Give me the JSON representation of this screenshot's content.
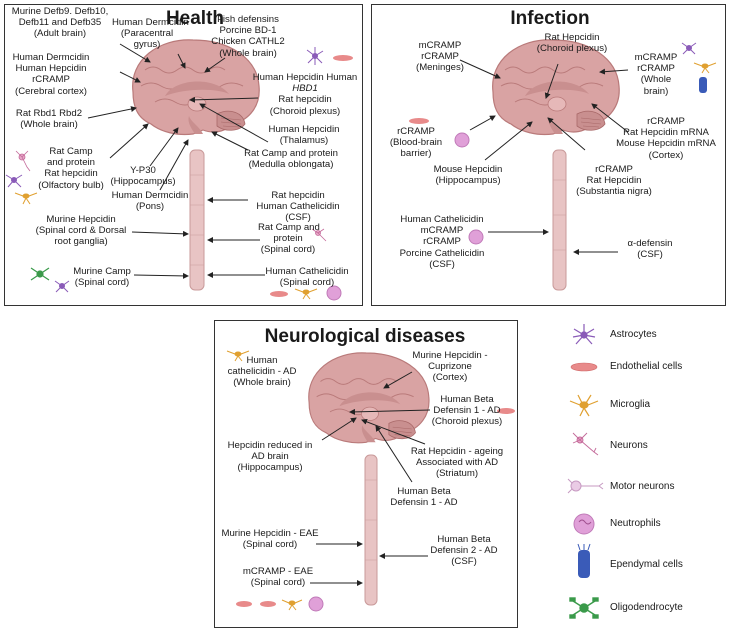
{
  "panels": {
    "health": {
      "title": "Health",
      "labels": [
        {
          "lines": [
            "Murine Defb9. Defb10,",
            "Defb11 and Defb35",
            "(Adult brain)"
          ]
        },
        {
          "lines": [
            "Human Dermcidin",
            "(Paracentral",
            "gyrus)"
          ]
        },
        {
          "lines": [
            "Fish defensins",
            "Porcine BD-1",
            "Chicken CATHL2",
            "(Whole brain)"
          ]
        },
        {
          "lines": [
            "Human Dermcidin",
            "Human Hepcidin",
            "rCRAMP",
            "(Cerebral cortex)"
          ]
        },
        {
          "lines": [
            "Human Hepcidin Human",
            "HBD1",
            "Rat hepcidin",
            "(Choroid plexus)"
          ]
        },
        {
          "lines": [
            "Rat Rbd1 Rbd2",
            "(Whole brain)"
          ]
        },
        {
          "lines": [
            "Human Hepcidin",
            "(Thalamus)"
          ]
        },
        {
          "lines": [
            "Rat Camp",
            "and protein",
            "Rat hepcidin",
            "(Olfactory bulb)"
          ]
        },
        {
          "lines": [
            "Y-P30",
            "(Hippocampus)"
          ]
        },
        {
          "lines": [
            "Rat Camp and protein",
            "(Medulla oblongata)"
          ]
        },
        {
          "lines": [
            "Human Dermcidin",
            "(Pons)"
          ]
        },
        {
          "lines": [
            "Rat hepcidin",
            "Human Cathelicidin",
            "(CSF)"
          ]
        },
        {
          "lines": [
            "Murine Hepcidin",
            "(Spinal cord & Dorsal",
            "root ganglia)"
          ]
        },
        {
          "lines": [
            "Rat Camp and",
            "protein",
            "(Spinal cord)"
          ]
        },
        {
          "lines": [
            "Murine Camp",
            "(Spinal cord)"
          ]
        },
        {
          "lines": [
            "Human Cathelicidin",
            "(Spinal cord)"
          ]
        }
      ]
    },
    "infection": {
      "title": "Infection",
      "labels": [
        {
          "lines": [
            "mCRAMP",
            "rCRAMP",
            "(Meninges)"
          ]
        },
        {
          "lines": [
            "Rat Hepcidin",
            "(Choroid plexus)"
          ]
        },
        {
          "lines": [
            "mCRAMP",
            "rCRAMP",
            "(Whole",
            "brain)"
          ]
        },
        {
          "lines": [
            "rCRAMP",
            "Rat Hepcidin mRNA",
            "Mouse Hepcidin mRNA",
            "(Cortex)"
          ]
        },
        {
          "lines": [
            "rCRAMP",
            "(Blood-brain",
            "barrier)"
          ]
        },
        {
          "lines": [
            "Mouse Hepcidin",
            "(Hippocampus)"
          ]
        },
        {
          "lines": [
            "rCRAMP",
            "Rat Hepcidin",
            "(Substantia nigra)"
          ]
        },
        {
          "lines": [
            "Human Cathelicidin",
            "mCRAMP",
            "rCRAMP",
            "Porcine Cathelicidin",
            "(CSF)"
          ]
        },
        {
          "lines": [
            "α-defensin",
            "(CSF)"
          ]
        }
      ]
    },
    "neuro": {
      "title": "Neurological diseases",
      "labels": [
        {
          "lines": [
            "Human",
            "cathelicidin - AD",
            "(Whole brain)"
          ]
        },
        {
          "lines": [
            "Murine Hepcidin -",
            "Cuprizone",
            "(Cortex)"
          ]
        },
        {
          "lines": [
            "Human Beta",
            "Defensin 1 - AD",
            "(Choroid plexus)"
          ]
        },
        {
          "lines": [
            "Hepcidin reduced in",
            "AD brain",
            "(Hippocampus)"
          ]
        },
        {
          "lines": [
            "Rat Hepcidin - ageing",
            "Associated with AD",
            "(Striatum)"
          ]
        },
        {
          "lines": [
            "Human Beta",
            "Defensin 1 - AD"
          ]
        },
        {
          "lines": [
            "Murine Hepcidin - EAE",
            "(Spinal cord)"
          ]
        },
        {
          "lines": [
            "Human Beta",
            "Defensin 2 - AD",
            "(CSF)"
          ]
        },
        {
          "lines": [
            "mCRAMP - EAE",
            "(Spinal cord)"
          ]
        }
      ]
    }
  },
  "legend": [
    {
      "label": "Astrocytes",
      "icon": "astrocyte-icon",
      "color": "#8a5bb8"
    },
    {
      "label": "Endothelial cells",
      "icon": "endothelial-cell-icon",
      "color": "#e88a8a"
    },
    {
      "label": "Microglia",
      "icon": "microglia-icon",
      "color": "#e0a030"
    },
    {
      "label": "Neurons",
      "icon": "neuron-icon",
      "color": "#c46a9a"
    },
    {
      "label": "Motor neurons",
      "icon": "motor-neuron-icon",
      "color": "#d9a7cf"
    },
    {
      "label": "Neutrophils",
      "icon": "neutrophil-icon",
      "color": "#e0a0d8"
    },
    {
      "label": "Ependymal cells",
      "icon": "ependymal-cell-icon",
      "color": "#3a5bb8"
    },
    {
      "label": "Oligodendrocyte",
      "icon": "oligodendrocyte-icon",
      "color": "#3a9a4a"
    }
  ],
  "colors": {
    "brain": "#d9a3a3",
    "brain_dark": "#b97a7a",
    "cord": "#e8c4c4",
    "arrow": "#222222"
  }
}
